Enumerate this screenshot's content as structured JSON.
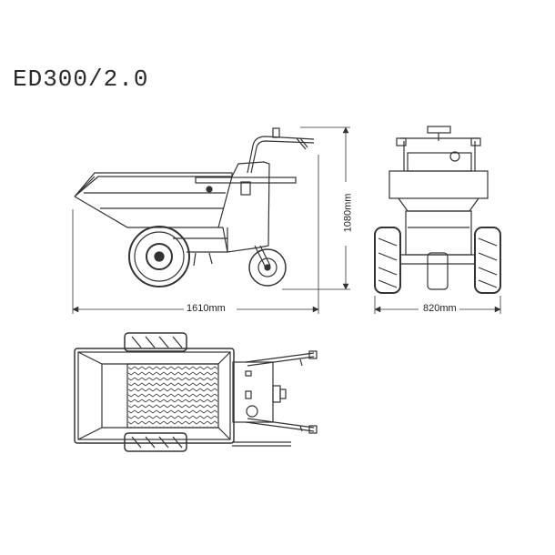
{
  "title": "ED300/2.0",
  "dimensions": {
    "length": "1610mm",
    "height": "1080mm",
    "width": "820mm"
  },
  "views": {
    "side": "side-view",
    "front": "front-view",
    "top": "top-view"
  },
  "colors": {
    "line": "#333333",
    "background": "#ffffff"
  }
}
